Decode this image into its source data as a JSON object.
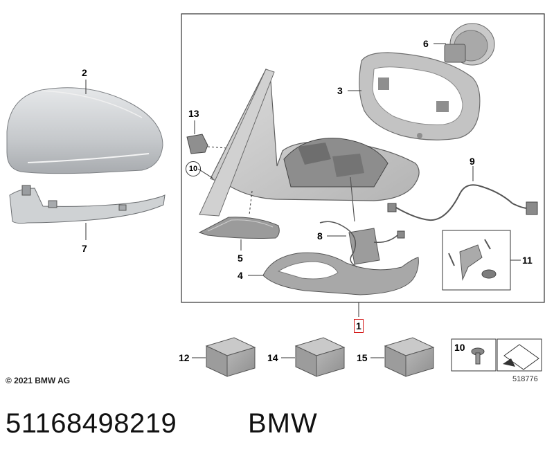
{
  "labels": {
    "p1": "1",
    "p2": "2",
    "p3": "3",
    "p4": "4",
    "p5": "5",
    "p6": "6",
    "p7": "7",
    "p8": "8",
    "p9": "9",
    "p10": "10",
    "p11": "11",
    "p12": "12",
    "p13": "13",
    "p14": "14",
    "p15": "15",
    "legend10": "10"
  },
  "footer": {
    "copyright": "© 2021 BMW AG",
    "diagram_no": "518776"
  },
  "caption": {
    "part_number": "51168498219",
    "brand": "BMW"
  }
}
